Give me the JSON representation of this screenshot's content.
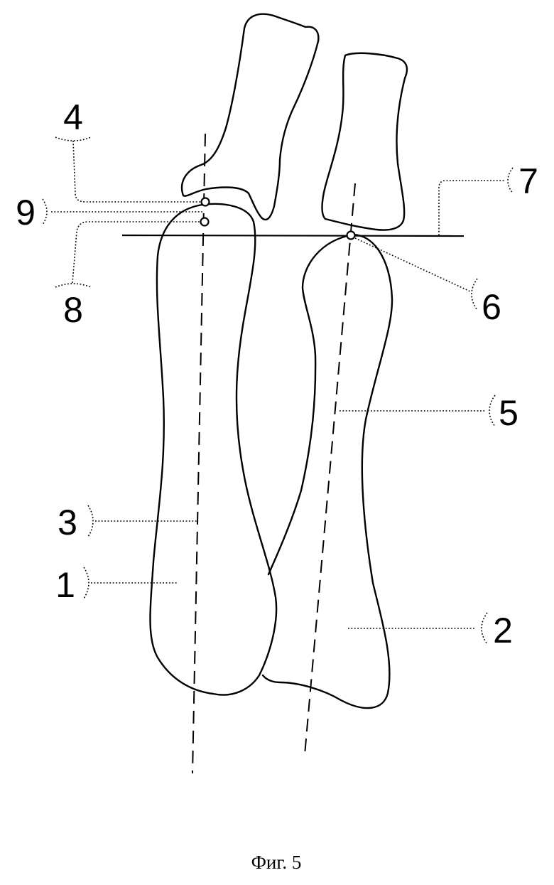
{
  "figure": {
    "caption": "Фиг. 5",
    "labels": {
      "l1": "1",
      "l2": "2",
      "l3": "3",
      "l4": "4",
      "l5": "5",
      "l6": "6",
      "l7": "7",
      "l8": "8",
      "l9": "9"
    }
  }
}
